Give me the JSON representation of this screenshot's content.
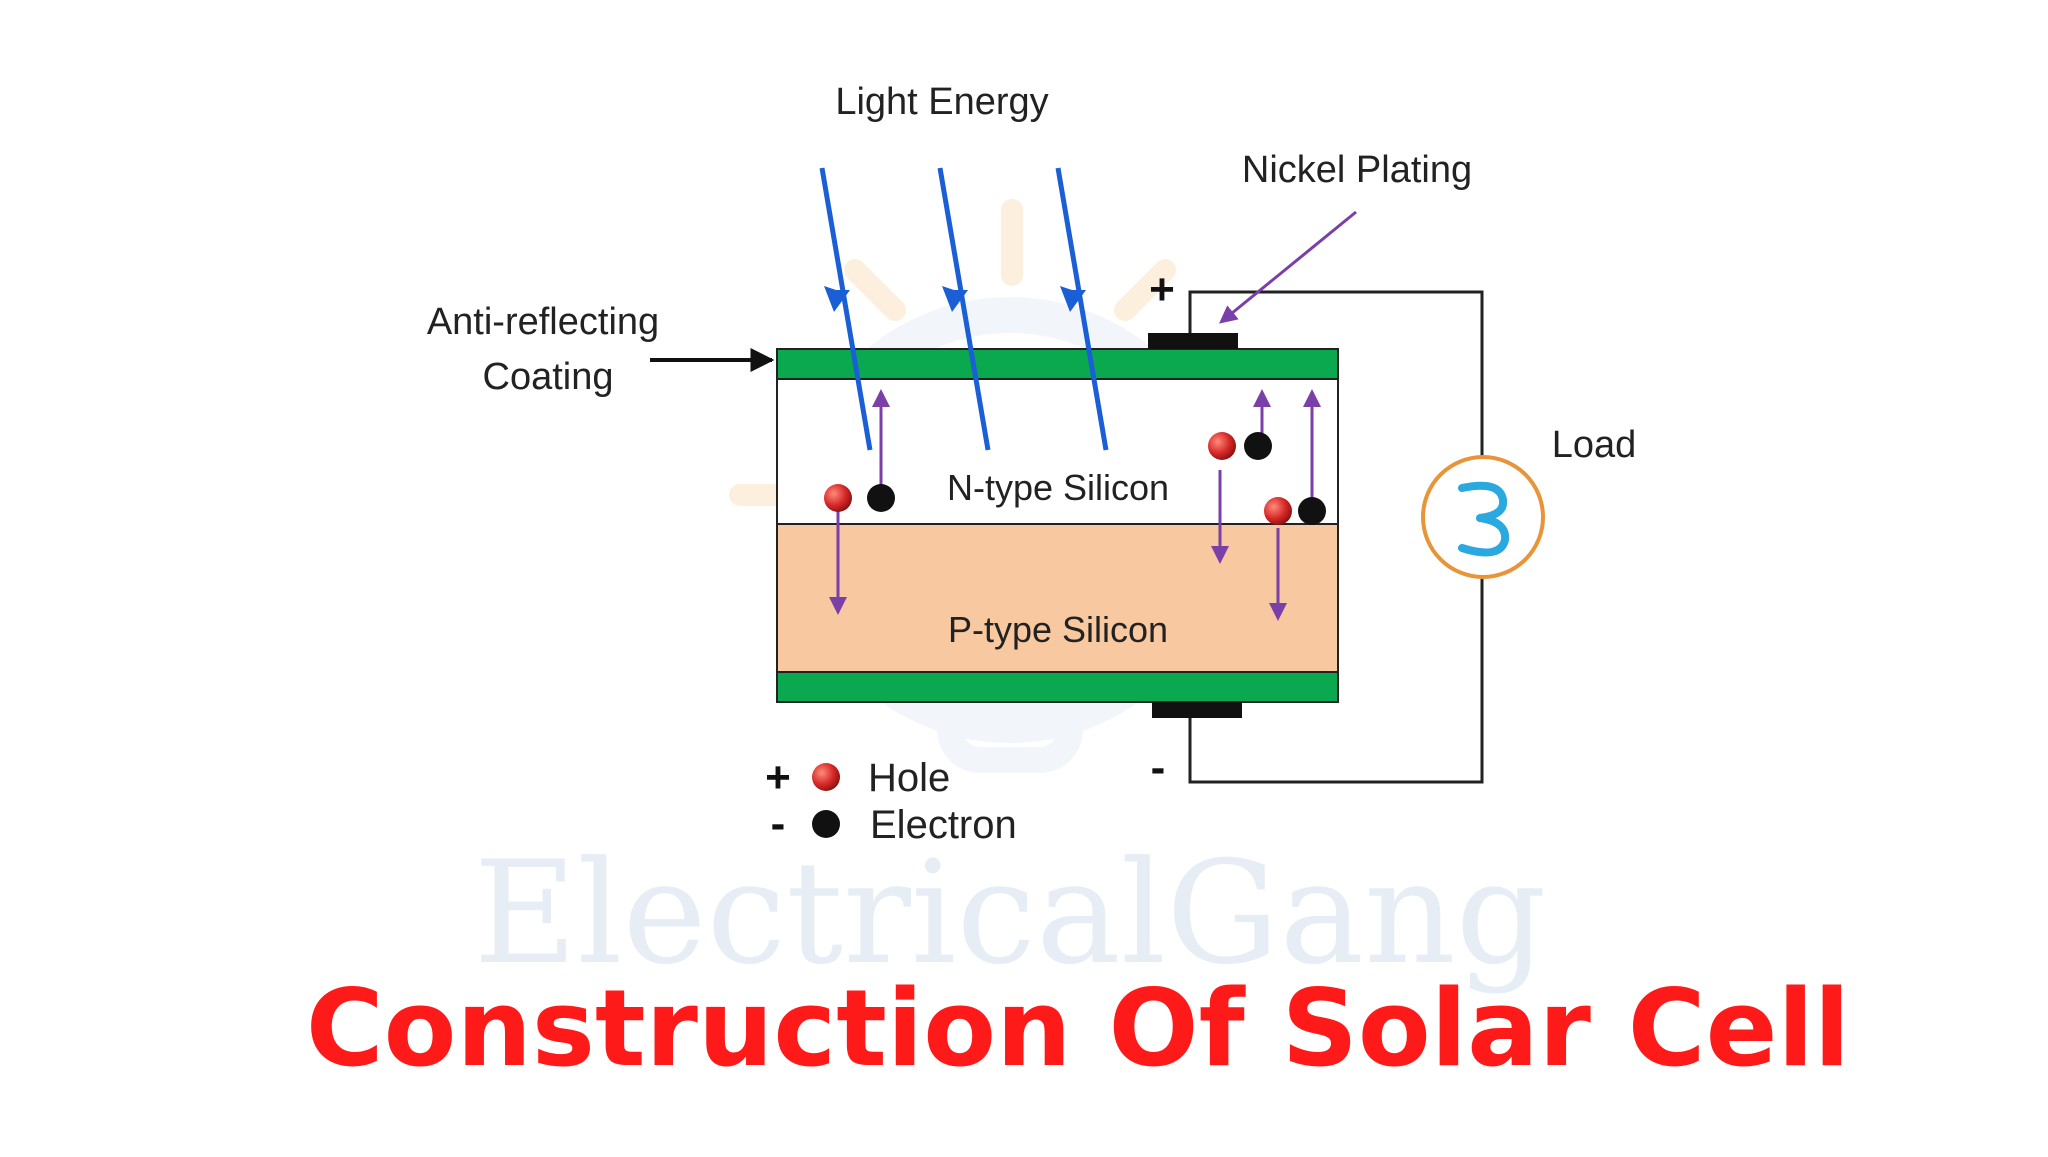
{
  "labels": {
    "light_energy": "Light Energy",
    "nickel_plating": "Nickel Plating",
    "anti_reflecting_line1": "Anti-reflecting",
    "anti_reflecting_line2": "Coating",
    "load": "Load",
    "n_type": "N-type Silicon",
    "p_type": "P-type Silicon",
    "plus_terminal": "+",
    "minus_terminal": "-",
    "legend_hole": "Hole",
    "legend_hole_sign": "+",
    "legend_electron": "Electron",
    "legend_electron_sign": "-",
    "watermark": "ElectricalGang",
    "title": "Construction Of Solar Cell"
  },
  "colors": {
    "title": "#ff1a1a",
    "coating": "#0aa84f",
    "n_type": "#ffffff",
    "p_type": "#f8c9a0",
    "light_ray": "#1a5fd6",
    "carrier_arrow": "#7a3fa8",
    "hole": "#d62828",
    "electron": "#111111",
    "load_ring": "#e8953a",
    "load_symbol": "#2aa8e0",
    "watermark": "#e6edf5"
  },
  "icons": {
    "load": "lamp-load-icon",
    "hole": "hole-dot-icon",
    "electron": "electron-dot-icon"
  }
}
